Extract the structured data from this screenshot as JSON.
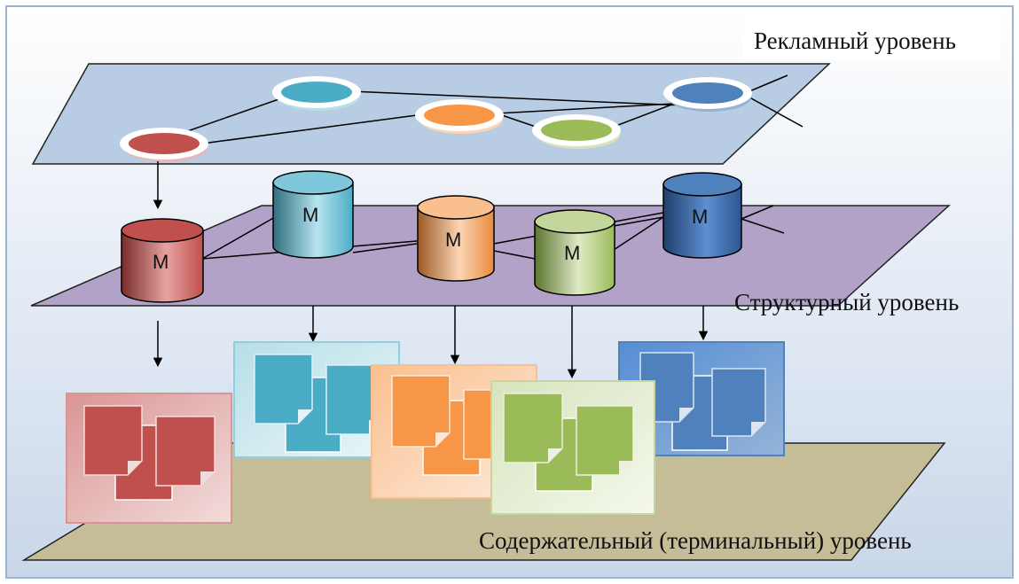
{
  "levels": {
    "advertising": "Рекламный уровень",
    "structural": "Структурный уровень",
    "content": "Содержательный (терминальный) уровень"
  },
  "module_label": "M",
  "colors": {
    "frame": "#9db3cf",
    "plane_top": "#b8cce4",
    "plane_mid": "#b3a2c7",
    "plane_bottom": "#c4bd97",
    "red": "#c0504d",
    "cyan": "#4bacc6",
    "orange": "#f79646",
    "green": "#9bbb59",
    "blue": "#4f81bd"
  },
  "nodes": [
    {
      "name": "red",
      "color": "#c0504d",
      "light": "#e6b9b8"
    },
    {
      "name": "cyan",
      "color": "#4bacc6",
      "light": "#b7dee8"
    },
    {
      "name": "orange",
      "color": "#f79646",
      "light": "#fcd5b5"
    },
    {
      "name": "green",
      "color": "#9bbb59",
      "light": "#d7e4bd"
    },
    {
      "name": "blue",
      "color": "#4f81bd",
      "light": "#95b3d7"
    }
  ]
}
